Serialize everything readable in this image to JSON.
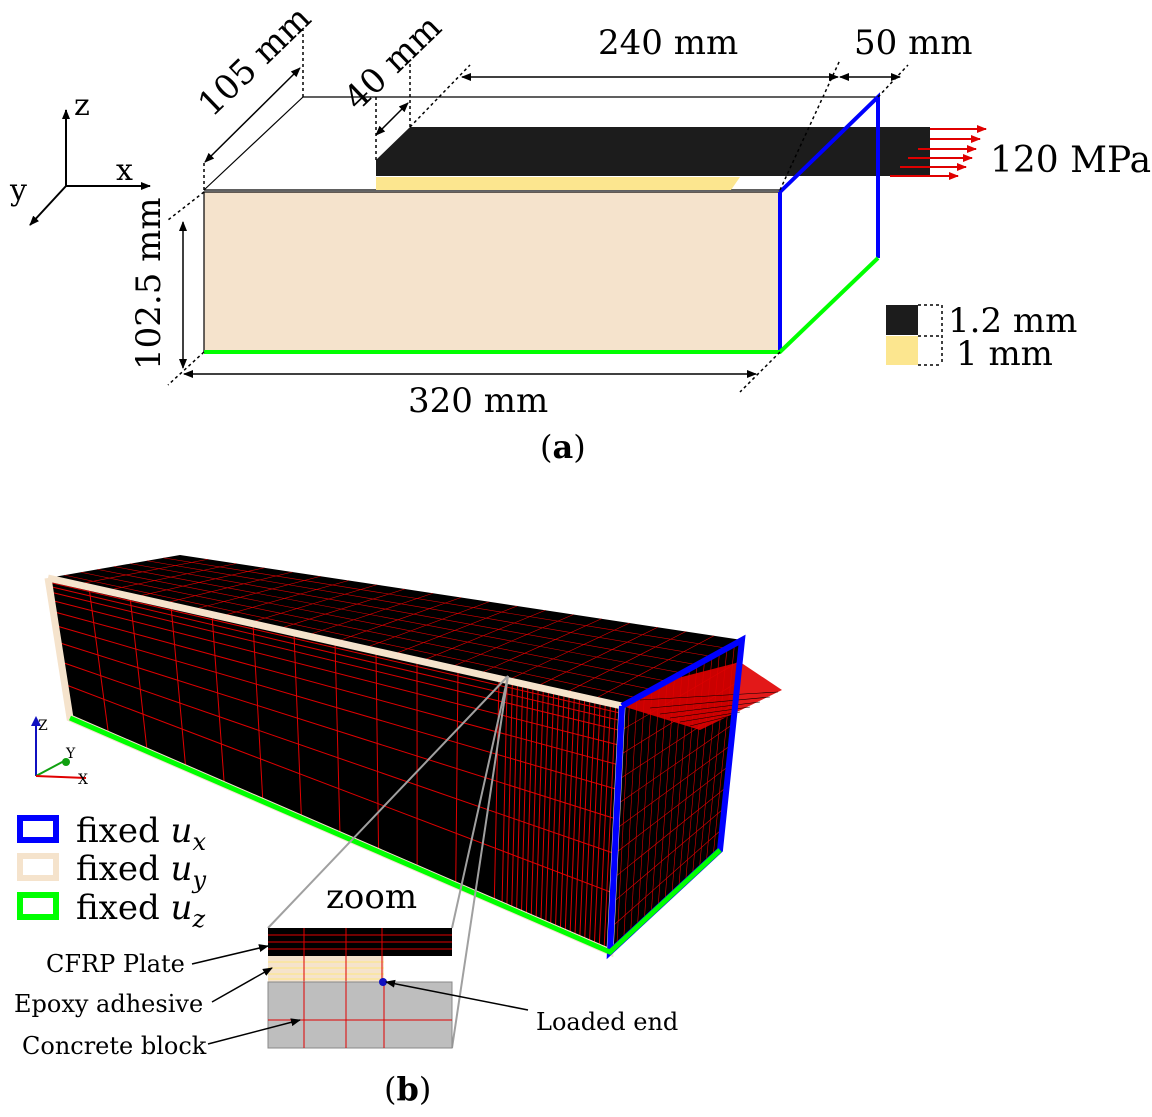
{
  "panel_a": {
    "caption_open": "(",
    "caption_letter": "a",
    "caption_close": ")",
    "dims": {
      "width_y": "105 mm",
      "offset": "40 mm",
      "bond_length": "240 mm",
      "free_length": "50 mm",
      "height": "102.5 mm",
      "length": "320 mm"
    },
    "load": "120 MPa",
    "thickness_plate": "1.2 mm",
    "thickness_adhesive": "1 mm",
    "axes": {
      "z": "z",
      "x": "x",
      "y": "y"
    }
  },
  "panel_b": {
    "caption_open": "(",
    "caption_letter": "b",
    "caption_close": ")",
    "zoom": "zoom",
    "legend": [
      {
        "text": "fixed ",
        "var": "u",
        "sub": "x",
        "color": "#0000ff"
      },
      {
        "text": "fixed ",
        "var": "u",
        "sub": "y",
        "color": "#f5e3cc"
      },
      {
        "text": "fixed ",
        "var": "u",
        "sub": "z",
        "color": "#00ff00"
      }
    ],
    "parts": {
      "plate": "CFRP Plate",
      "adhesive": "Epoxy adhesive",
      "concrete": "Concrete block",
      "loaded_end": "Loaded end"
    },
    "triad": {
      "z": "Z",
      "y": "Y",
      "x": "X"
    }
  },
  "colors": {
    "concrete": "#f5e3cc",
    "adhesive": "#fce68f",
    "plate": "#1c1c1c",
    "fix_x": "#0000ff",
    "fix_z": "#00ff00",
    "load": "#e00000",
    "mesh": "#e00000"
  }
}
